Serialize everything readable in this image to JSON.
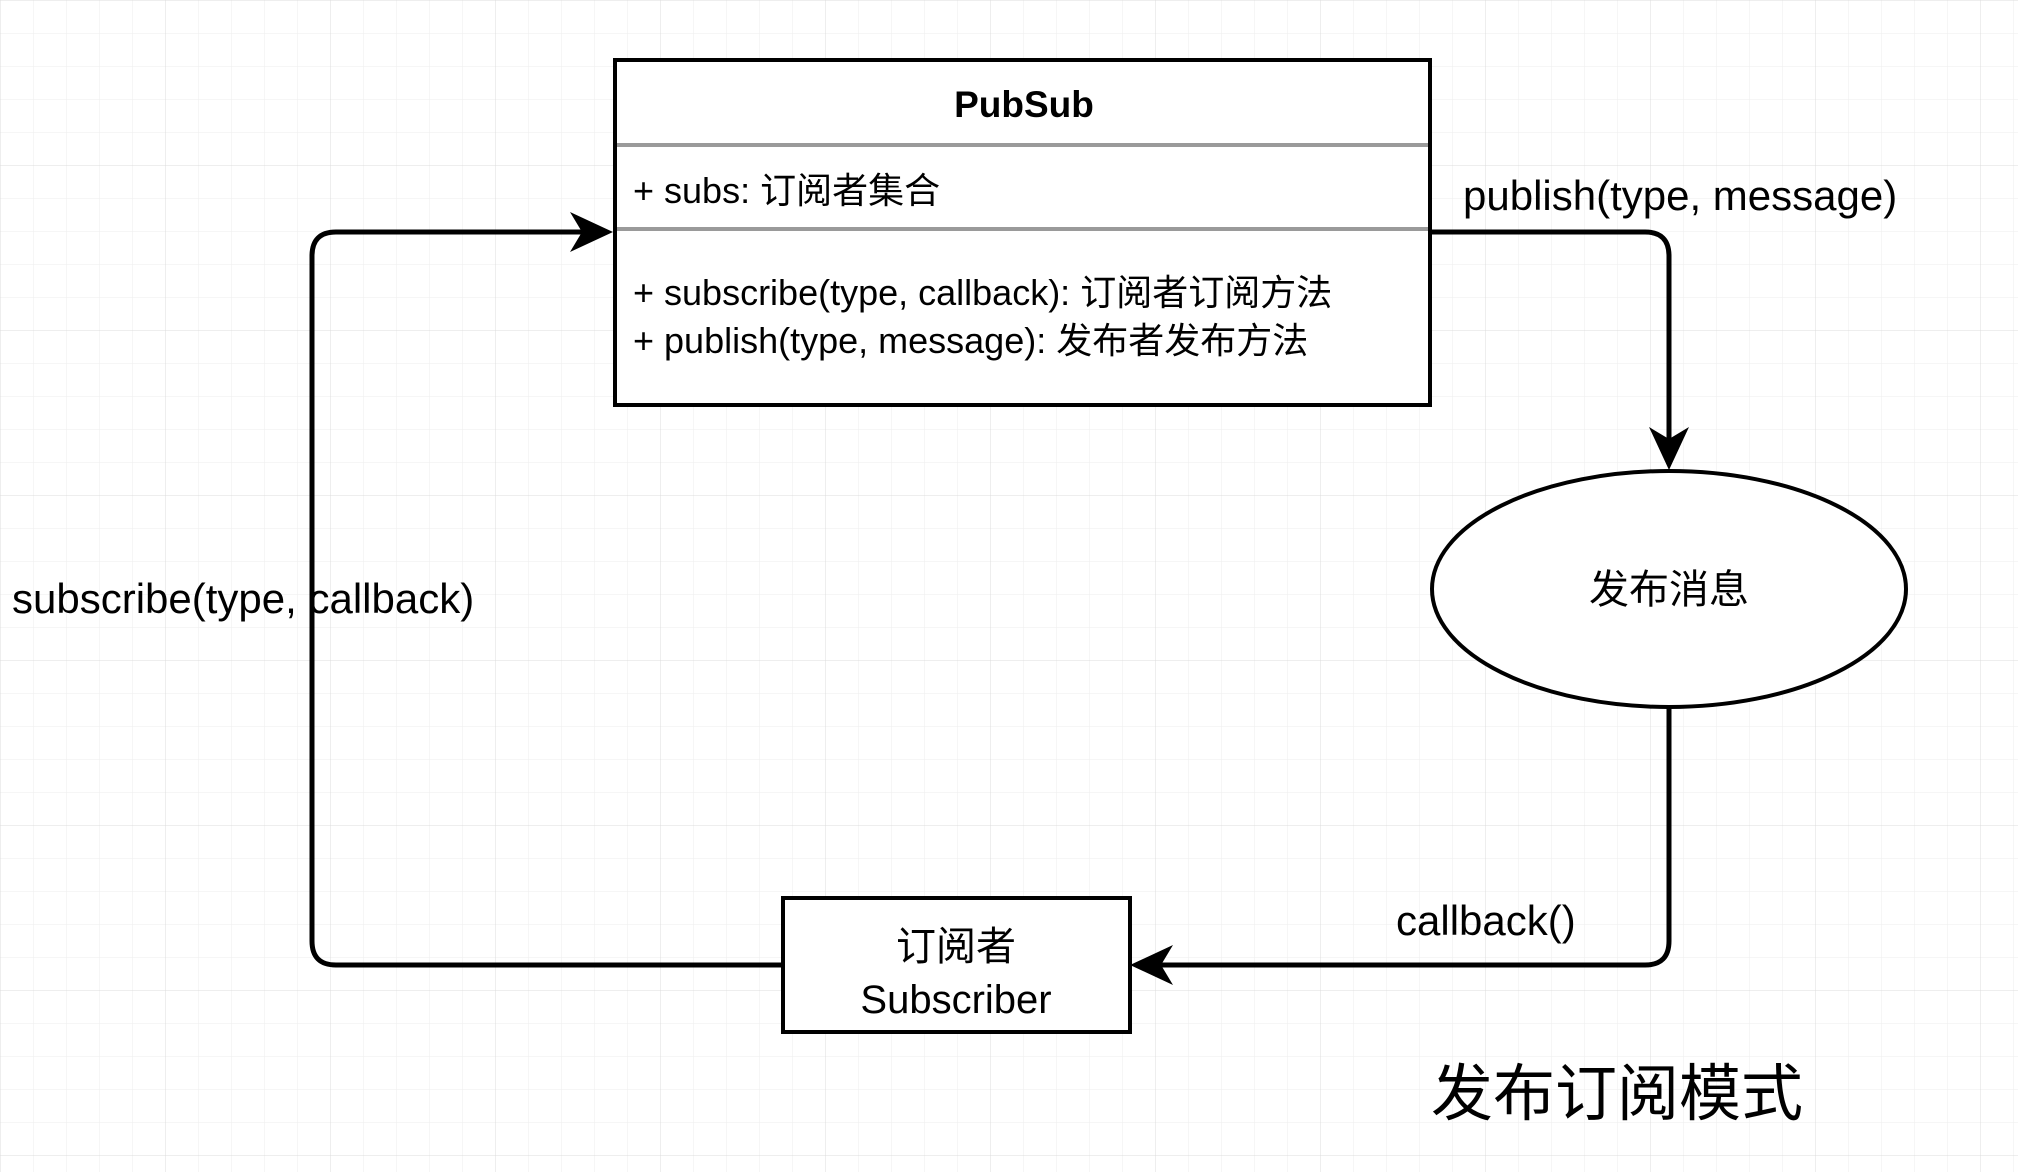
{
  "diagram": {
    "caption": "发布订阅模式",
    "colors": {
      "stroke": "#000000",
      "fill": "#ffffff",
      "divider": "#9a9a9a",
      "grid_minor": "#eeeeee",
      "grid_major": "#dcdcdc"
    },
    "class_box": {
      "title": "PubSub",
      "attributes": [
        "+ subs: 订阅者集合"
      ],
      "methods": [
        "+ subscribe(type, callback): 订阅者订阅方法",
        "+ publish(type, message): 发布者发布方法"
      ]
    },
    "ellipse_node": {
      "label": "发布消息"
    },
    "subscriber_box": {
      "line1": "订阅者",
      "line2": "Subscriber"
    },
    "edges": [
      {
        "id": "subscribe",
        "label": "subscribe(type, callback)"
      },
      {
        "id": "publish",
        "label": "publish(type, message)"
      },
      {
        "id": "callback",
        "label": "callback()"
      }
    ]
  }
}
